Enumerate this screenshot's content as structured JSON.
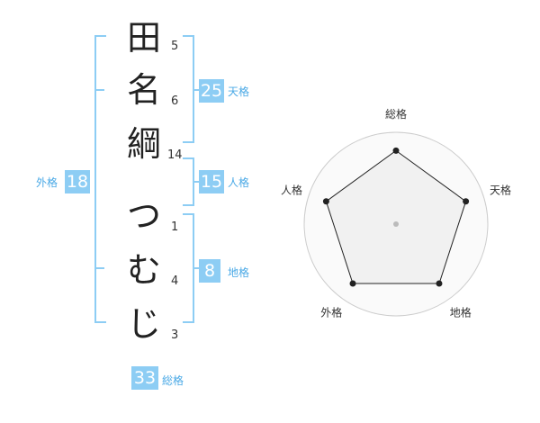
{
  "name": {
    "characters": [
      {
        "char": "田",
        "strokes": "5"
      },
      {
        "char": "名",
        "strokes": "6"
      },
      {
        "char": "綱",
        "strokes": "14"
      },
      {
        "char": "つ",
        "strokes": "1"
      },
      {
        "char": "む",
        "strokes": "4"
      },
      {
        "char": "じ",
        "strokes": "3"
      }
    ]
  },
  "fortunes": {
    "tenkaku": {
      "label": "天格",
      "value": "25"
    },
    "jinkaku": {
      "label": "人格",
      "value": "15"
    },
    "chikaku": {
      "label": "地格",
      "value": "8"
    },
    "gaikaku": {
      "label": "外格",
      "value": "18"
    },
    "soukaku": {
      "label": "総格",
      "value": "33"
    }
  },
  "chart_data": {
    "type": "radar",
    "axes": [
      "総格",
      "天格",
      "地格",
      "外格",
      "人格"
    ],
    "values": [
      4,
      4,
      4,
      4,
      4
    ],
    "scale_max": 5,
    "rings": 5,
    "colors": {
      "fill": "#eeeeee",
      "line": "#222222",
      "grid": "#cccccc",
      "center": "#bbbbbb"
    }
  }
}
